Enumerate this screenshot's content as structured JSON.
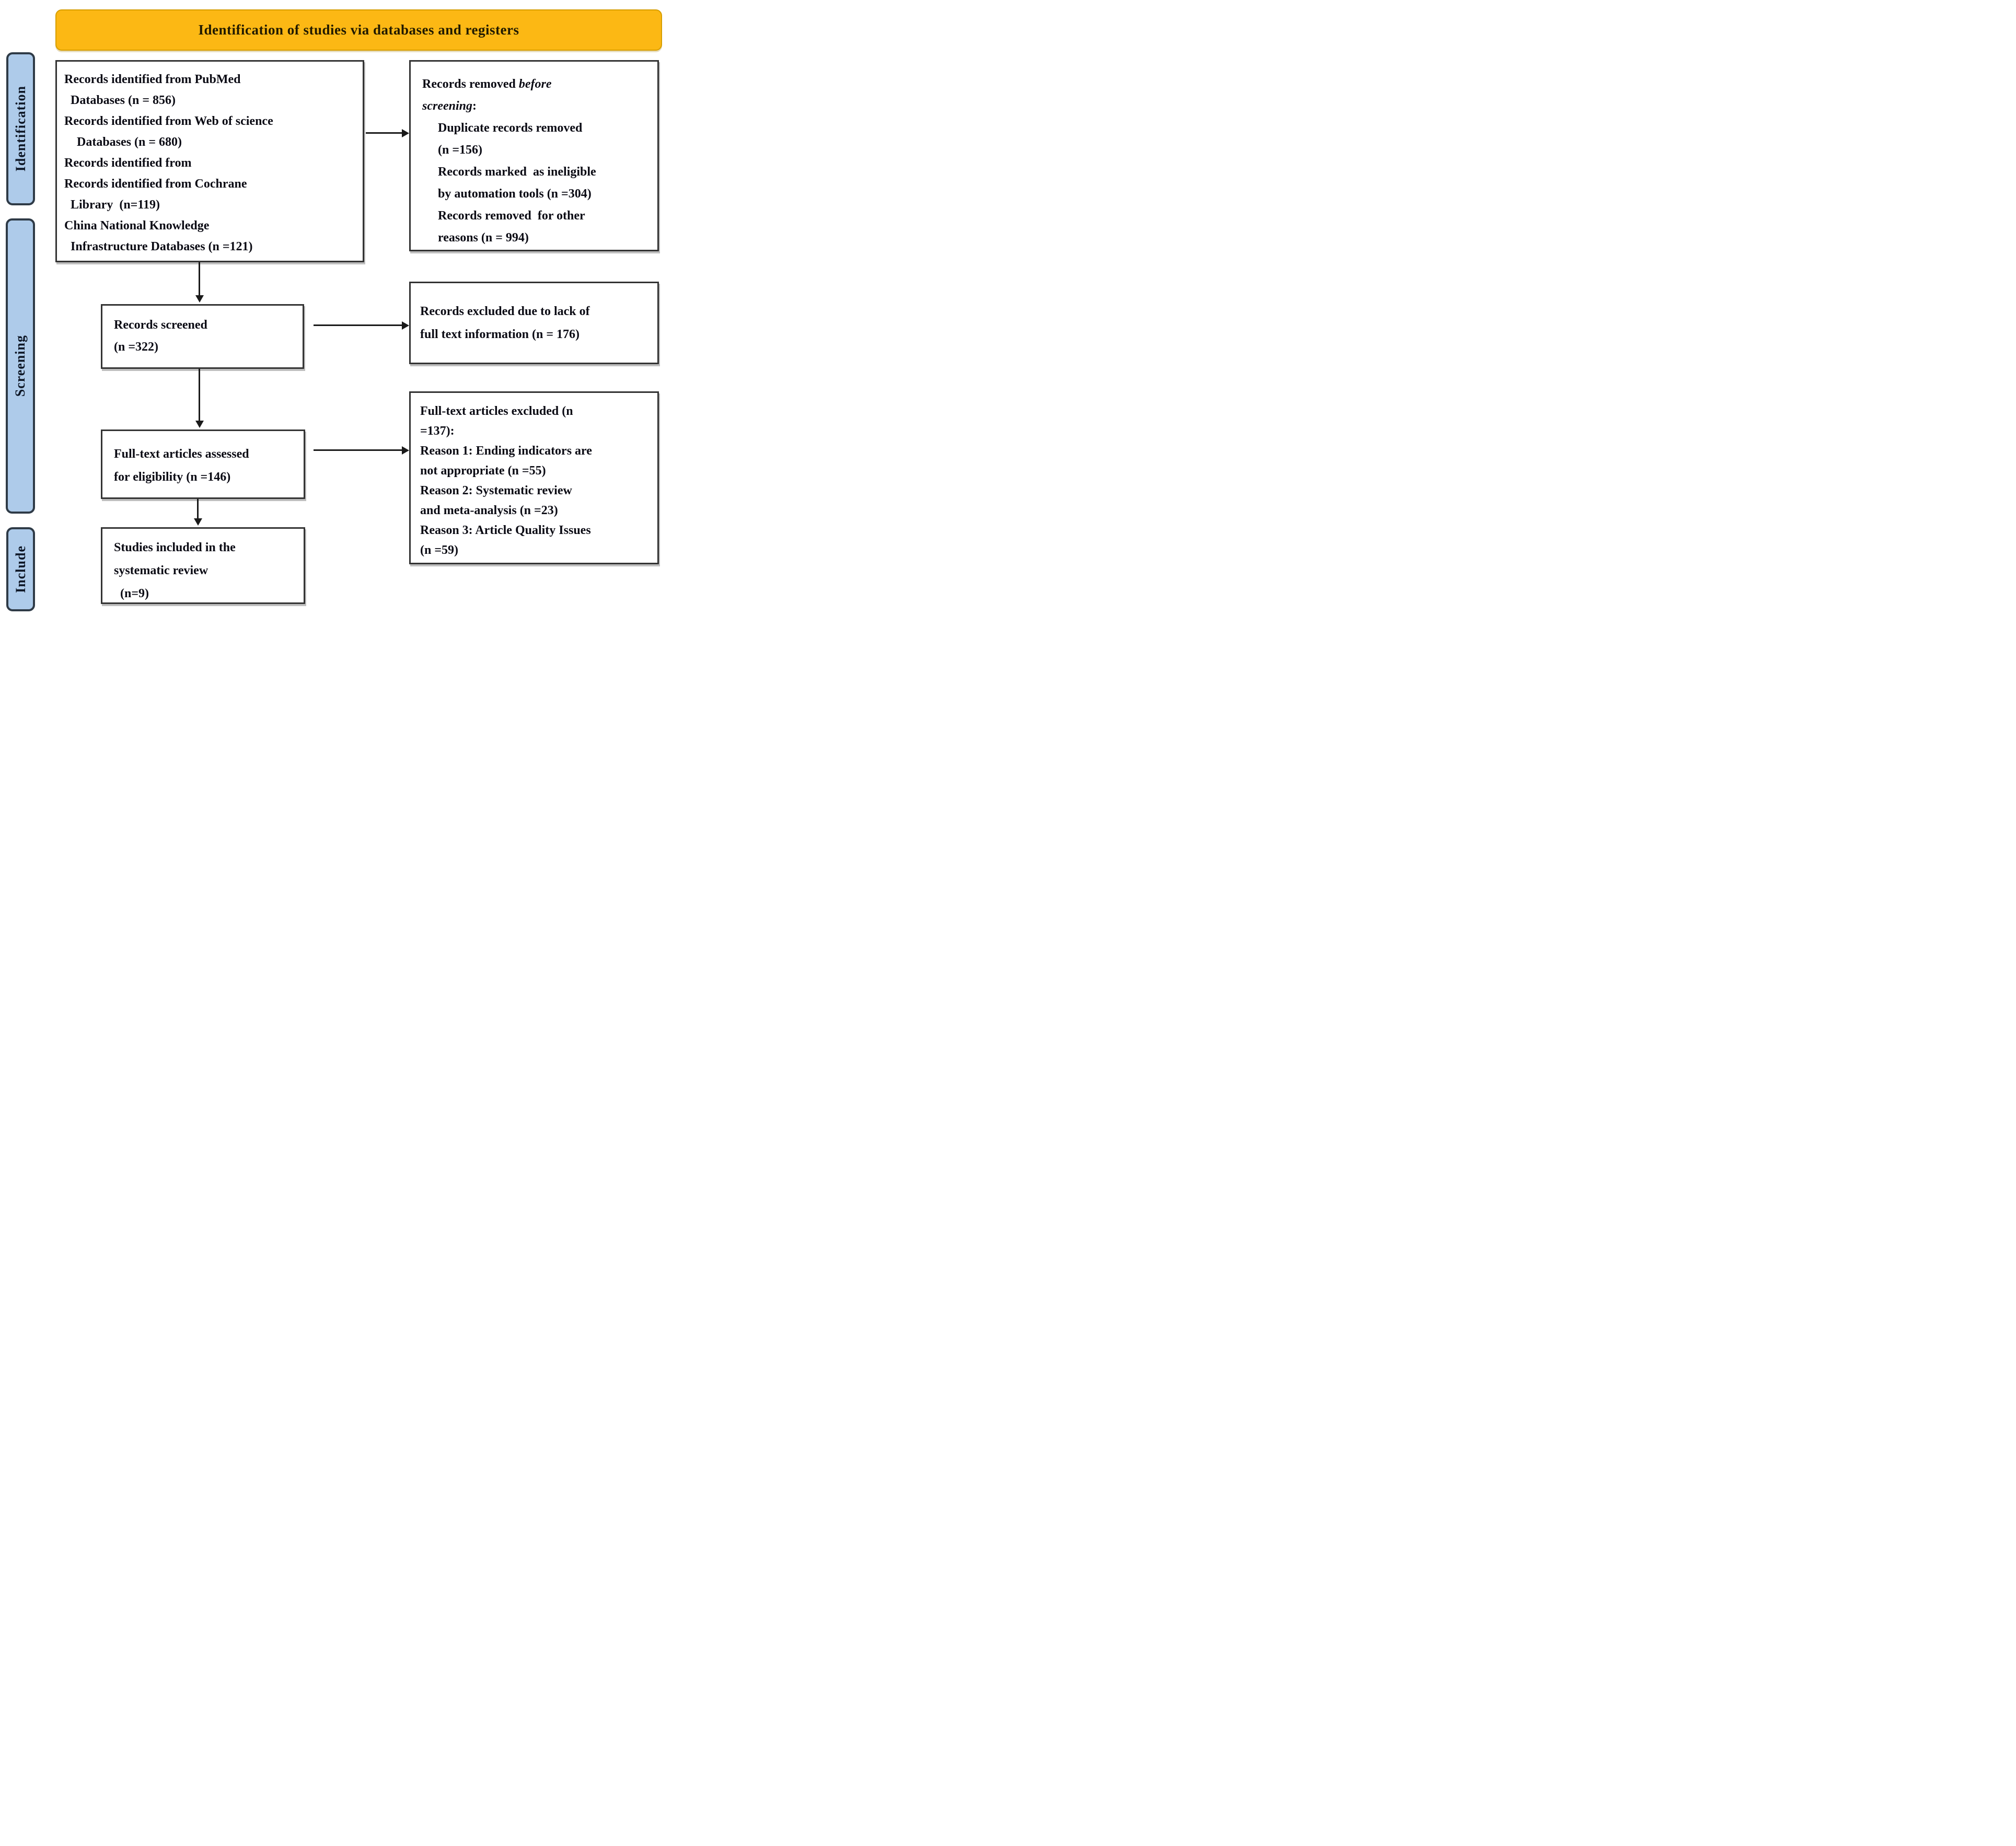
{
  "colors": {
    "banner_bg": "#FCB814",
    "banner_border": "#D79E00",
    "sidebar_bg": "#AECBEA",
    "sidebar_border": "#2F3B47",
    "box_border": "#333333",
    "arrow": "#1A1A1A"
  },
  "banner": {
    "title": "Identification of studies via databases and registers"
  },
  "sidebars": [
    {
      "label": "Identification"
    },
    {
      "label": "Screening"
    },
    {
      "label": "Include"
    }
  ],
  "boxes": {
    "identified": {
      "lines": [
        "Records identified from PubMed",
        "  Databases (n = 856)",
        "Records identified from Web of science",
        "    Databases (n = 680)",
        "Records identified from",
        "Records identified from Cochrane",
        "  Library  (n=119)",
        "China National Knowledge",
        "  Infrastructure Databases (n =121)"
      ]
    },
    "removed": {
      "line1_normal": "Records removed ",
      "line1_italic": "before",
      "line2_italic": "screening",
      "line2_normal": ":",
      "detail_lines": [
        "Duplicate records removed",
        "(n =156)",
        "Records marked  as ineligible",
        "by automation tools (n =304)",
        "Records removed  for other",
        "reasons (n = 994)"
      ]
    },
    "screened": {
      "lines": [
        "Records screened",
        "(n =322)"
      ]
    },
    "excluded_lack": {
      "lines": [
        "Records excluded due to lack of",
        "full text information (n = 176)"
      ]
    },
    "assessed": {
      "lines": [
        "Full-text articles assessed",
        "for eligibility (n =146)"
      ]
    },
    "excluded_full": {
      "lines": [
        "Full-text articles excluded (n",
        "=137):",
        "Reason 1: Ending indicators are",
        "not appropriate (n =55)",
        "Reason 2: Systematic review",
        "and meta-analysis (n =23)",
        "Reason 3: Article Quality Issues",
        "(n =59)"
      ]
    },
    "included": {
      "lines": [
        "Studies included in the",
        "systematic review",
        "  (n=9)"
      ]
    }
  }
}
